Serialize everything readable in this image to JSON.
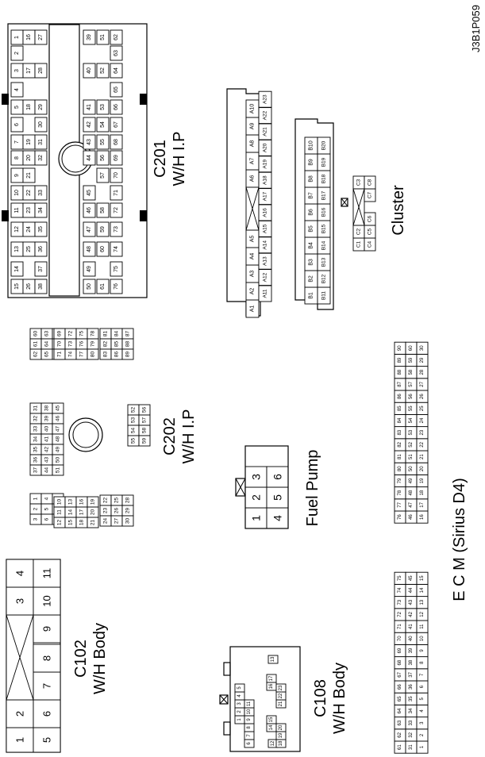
{
  "figure_id": "J3B1P059",
  "connectors": {
    "c201": {
      "code": "C201",
      "harness": "W/H I.P",
      "pins": [
        [
          "1",
          "2",
          "3",
          "4",
          "5",
          "6",
          "7",
          "8",
          "9",
          "10",
          "11",
          "12",
          "13",
          "14",
          "15"
        ],
        [
          "16",
          "17",
          "18",
          "19",
          "20",
          "21",
          "22",
          "23",
          "24",
          "25",
          "26"
        ],
        [
          "27",
          "28",
          "29",
          "30",
          "31",
          "32",
          "33",
          "34",
          "35",
          "36",
          "37",
          "38"
        ],
        [
          "39",
          "40",
          "41",
          "42",
          "43",
          "44",
          "45",
          "46",
          "47",
          "48",
          "49",
          "50"
        ],
        [
          "51",
          "52",
          "53",
          "54",
          "55",
          "56",
          "57",
          "58",
          "59",
          "60",
          "61"
        ],
        [
          "62",
          "63",
          "64",
          "65",
          "66",
          "67",
          "68",
          "69",
          "70",
          "71",
          "72",
          "73",
          "74",
          "75",
          "76"
        ]
      ]
    },
    "c202": {
      "code": "C202",
      "harness": "W/H I.P",
      "pins": [
        [
          "1",
          "2",
          "3"
        ],
        [
          "4",
          "5",
          "6"
        ],
        [
          "7",
          "8",
          "9"
        ],
        [
          "10",
          "11",
          "12"
        ],
        [
          "13",
          "14",
          "15"
        ],
        [
          "16",
          "17",
          "18"
        ],
        [
          "19",
          "20",
          "21"
        ],
        [
          "22",
          "23",
          "24"
        ],
        [
          "25",
          "26",
          "27"
        ],
        [
          "28",
          "29",
          "30"
        ],
        [
          "31",
          "32",
          "33",
          "34",
          "35",
          "36",
          "37"
        ],
        [
          "38",
          "39",
          "40",
          "41",
          "42",
          "43",
          "44"
        ],
        [
          "45",
          "46",
          "47",
          "48",
          "49",
          "50",
          "51"
        ],
        [
          "52",
          "53",
          "54",
          "55"
        ],
        [
          "56",
          "57",
          "58",
          "59"
        ],
        [
          "60",
          "61",
          "62"
        ],
        [
          "63",
          "64",
          "65"
        ],
        [
          "66",
          "67",
          "68"
        ],
        [
          "69",
          "70",
          "71"
        ],
        [
          "72",
          "73",
          "74"
        ],
        [
          "75",
          "76",
          "77"
        ],
        [
          "78",
          "79",
          "80"
        ],
        [
          "81",
          "82",
          "83"
        ],
        [
          "84",
          "85",
          "86"
        ],
        [
          "87",
          "88",
          "89"
        ]
      ]
    },
    "c102": {
      "code": "C102",
      "harness": "W/H Body",
      "top_row": [
        "1",
        "2",
        "3",
        "4"
      ],
      "bottom_row": [
        "5",
        "6",
        "7",
        "8",
        "9",
        "10",
        "11"
      ]
    },
    "c108": {
      "code": "C108",
      "harness": "W/H Body",
      "pins": [
        [
          "1",
          "2",
          "3",
          "4",
          "5"
        ],
        [
          "6",
          "7",
          "8",
          "9",
          "10",
          "11"
        ],
        [
          "12",
          "13"
        ],
        [
          "14",
          "15",
          "16",
          "17"
        ],
        [
          "18",
          "19",
          "20",
          "21",
          "22",
          "23"
        ]
      ]
    },
    "fuel_pump": {
      "label": "Fuel Pump",
      "top_row": [
        "1",
        "2",
        "3"
      ],
      "bottom_row": [
        "4",
        "5",
        "6"
      ]
    },
    "cluster": {
      "label": "Cluster",
      "a_top": [
        "A1",
        "A2",
        "A3",
        "A4",
        "A5",
        "A6",
        "A7",
        "A8",
        "A9",
        "A10"
      ],
      "a_bottom": [
        "A11",
        "A12",
        "A13",
        "A14",
        "A15",
        "A16",
        "A17",
        "A18",
        "A19",
        "A20",
        "A21",
        "A22",
        "A23"
      ],
      "b_top": [
        "B1",
        "B2",
        "B3",
        "B4",
        "B5",
        "B6",
        "B7",
        "B8",
        "B9",
        "B10"
      ],
      "b_bottom": [
        "B11",
        "B12",
        "B13",
        "B14",
        "B15",
        "B16",
        "B17",
        "B18",
        "B19",
        "B20"
      ],
      "c_top": [
        "C1",
        "C2",
        "C3"
      ],
      "c_bottom": [
        "C4",
        "C5",
        "C6",
        "C7",
        "C8"
      ]
    },
    "ecm": {
      "label": "E C M (Sirius D4)",
      "row1": [
        "61",
        "62",
        "63",
        "64",
        "65",
        "66",
        "67",
        "68",
        "69",
        "70",
        "71",
        "72",
        "73",
        "74",
        "75",
        "76",
        "77",
        "78",
        "79",
        "80",
        "81",
        "82",
        "83",
        "84",
        "85",
        "86",
        "87",
        "88",
        "89",
        "90"
      ],
      "row2": [
        "31",
        "32",
        "33",
        "34",
        "35",
        "36",
        "37",
        "38",
        "39",
        "40",
        "41",
        "42",
        "43",
        "44",
        "45",
        "46",
        "47",
        "48",
        "49",
        "50",
        "51",
        "52",
        "53",
        "54",
        "55",
        "56",
        "57",
        "58",
        "59",
        "60"
      ],
      "row3": [
        "1",
        "2",
        "3",
        "4",
        "5",
        "6",
        "7",
        "8",
        "9",
        "10",
        "11",
        "12",
        "13",
        "14",
        "15",
        "16",
        "17",
        "18",
        "19",
        "20",
        "21",
        "22",
        "23",
        "24",
        "25",
        "26",
        "27",
        "28",
        "29",
        "30"
      ]
    }
  }
}
